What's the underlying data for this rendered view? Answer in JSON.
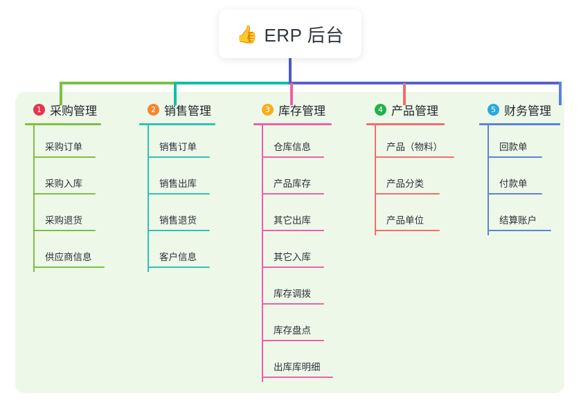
{
  "diagram": {
    "type": "mind-map",
    "background_color": "#eef8e9",
    "root": {
      "icon": "thumbs-up-emoji",
      "emoji": "👍",
      "label": "ERP 后台"
    },
    "trunk_color": "#4a58c8",
    "connector_segments": [
      {
        "name": "green-segment",
        "color": "#7cc043"
      },
      {
        "name": "teal-segment",
        "color": "#0fbfa8"
      },
      {
        "name": "blue-segment",
        "color": "#5360cc"
      }
    ],
    "columns": [
      {
        "index": "1",
        "badge_glyph": "1",
        "badge_color": "#e8334a",
        "line_color": "#7cc043",
        "title": "采购管理",
        "items": [
          "采购订单",
          "采购入库",
          "采购退货",
          "供应商信息"
        ]
      },
      {
        "index": "2",
        "badge_glyph": "2",
        "badge_color": "#f5852c",
        "line_color": "#2ec4b0",
        "title": "销售管理",
        "items": [
          "销售订单",
          "销售出库",
          "销售退货",
          "客户信息"
        ]
      },
      {
        "index": "3",
        "badge_glyph": "3",
        "badge_color": "#f5ae1b",
        "line_color": "#ee5fa7",
        "title": "库存管理",
        "items": [
          "仓库信息",
          "产品库存",
          "其它出库",
          "其它入库",
          "库存调拨",
          "库存盘点",
          "出库库明细"
        ]
      },
      {
        "index": "4",
        "badge_glyph": "4",
        "badge_color": "#22b14c",
        "line_color": "#f26d6d",
        "title": "产品管理",
        "items": [
          "产品（物料）",
          "产品分类",
          "产品单位"
        ]
      },
      {
        "index": "5",
        "badge_glyph": "5",
        "badge_color": "#29a8e0",
        "line_color": "#5b82d6",
        "title": "财务管理",
        "items": [
          "回款单",
          "付款单",
          "结算账户"
        ]
      }
    ]
  }
}
